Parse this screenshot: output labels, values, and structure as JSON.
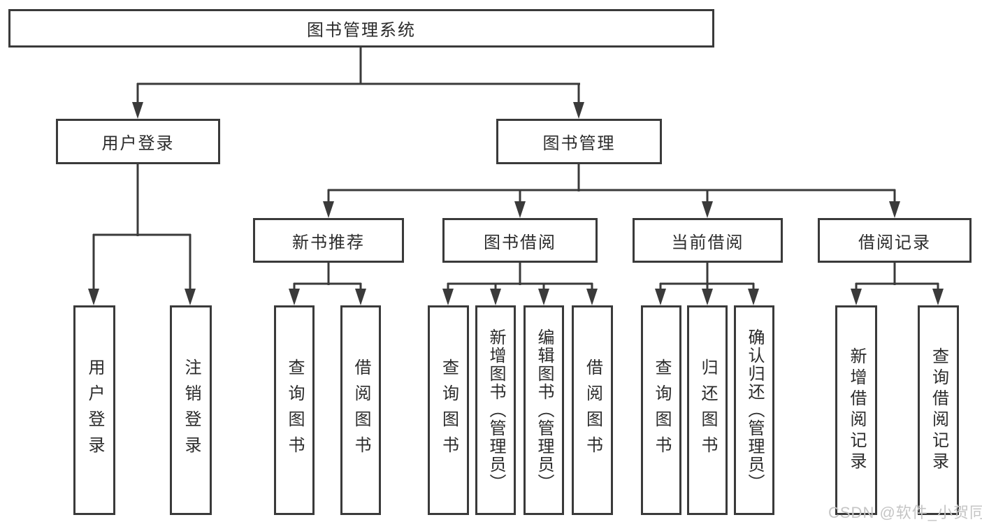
{
  "diagram": {
    "root": {
      "label": "图书管理系统",
      "children": [
        {
          "label": "用户登录",
          "children": [
            {
              "label": "用户登录"
            },
            {
              "label": "注销登录"
            }
          ]
        },
        {
          "label": "图书管理",
          "children": [
            {
              "label": "新书推荐",
              "children": [
                {
                  "label": "查询图书"
                },
                {
                  "label": "借阅图书"
                }
              ]
            },
            {
              "label": "图书借阅",
              "children": [
                {
                  "label": "查询图书"
                },
                {
                  "label": "新增图书（管理员）"
                },
                {
                  "label": "编辑图书（管理员）"
                },
                {
                  "label": "借阅图书"
                }
              ]
            },
            {
              "label": "当前借阅",
              "children": [
                {
                  "label": "查询图书"
                },
                {
                  "label": "归还图书"
                },
                {
                  "label": "确认归还（管理员）"
                }
              ]
            },
            {
              "label": "借阅记录",
              "children": [
                {
                  "label": "新增借阅记录"
                },
                {
                  "label": "查询借阅记录"
                }
              ]
            }
          ]
        }
      ]
    }
  },
  "watermark": {
    "text": "CSDN @软件_小贺同学"
  },
  "colors": {
    "line": "#3a3a3a",
    "text": "#2b2b2b",
    "box_fill": "#ffffff",
    "background": "#ffffff",
    "watermark": "#c5c5c5"
  }
}
